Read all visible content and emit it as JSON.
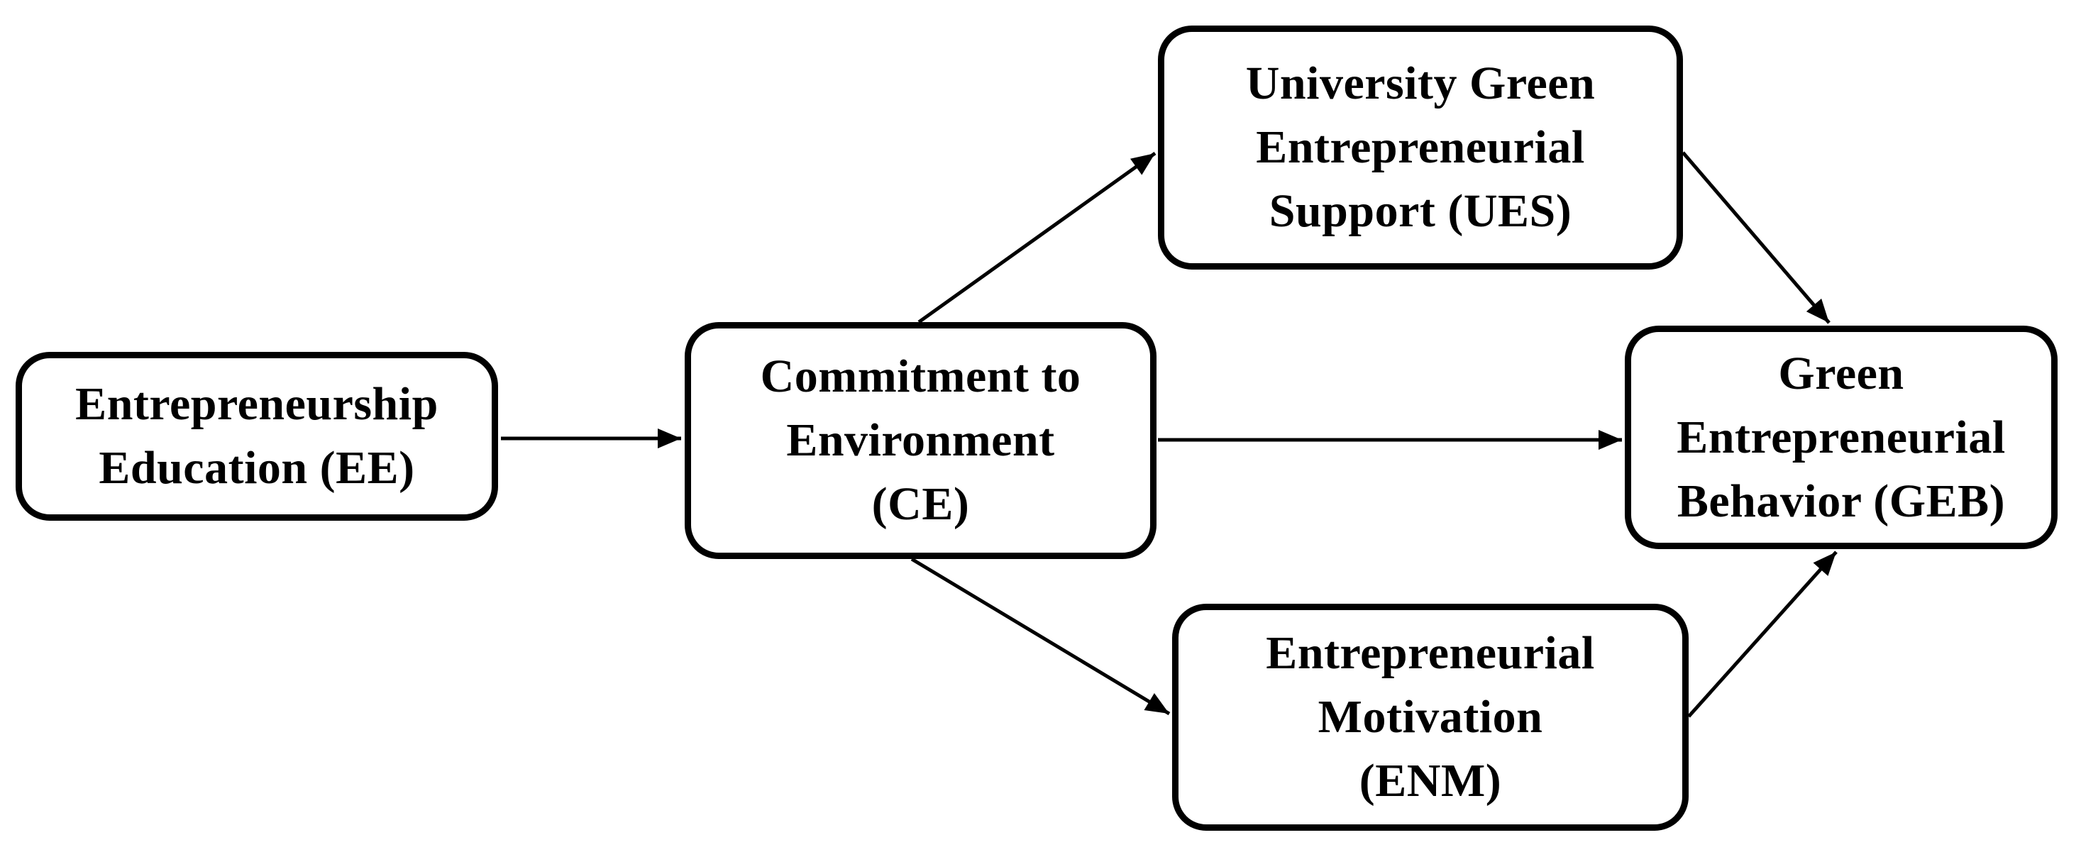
{
  "figure": {
    "kind": "conceptual-framework-diagram",
    "background_color": "#ffffff",
    "line_color": "#000000",
    "text_color": "#000000"
  },
  "nodes": [
    {
      "id": "EE",
      "lines": [
        "Entrepreneurship",
        "Education (EE)"
      ]
    },
    {
      "id": "CE",
      "lines": [
        "Commitment to",
        "Environment",
        "(CE)"
      ]
    },
    {
      "id": "UES",
      "lines": [
        "University Green",
        "Entrepreneurial",
        "Support (UES)"
      ]
    },
    {
      "id": "ENM",
      "lines": [
        "Entrepreneurial",
        "Motivation",
        "(ENM)"
      ]
    },
    {
      "id": "GEB",
      "lines": [
        "Green",
        "Entrepreneurial",
        "Behavior (GEB)"
      ]
    }
  ],
  "edges": [
    {
      "from": "EE",
      "to": "CE"
    },
    {
      "from": "CE",
      "to": "UES"
    },
    {
      "from": "CE",
      "to": "GEB"
    },
    {
      "from": "CE",
      "to": "ENM"
    },
    {
      "from": "UES",
      "to": "GEB"
    },
    {
      "from": "ENM",
      "to": "GEB"
    }
  ]
}
